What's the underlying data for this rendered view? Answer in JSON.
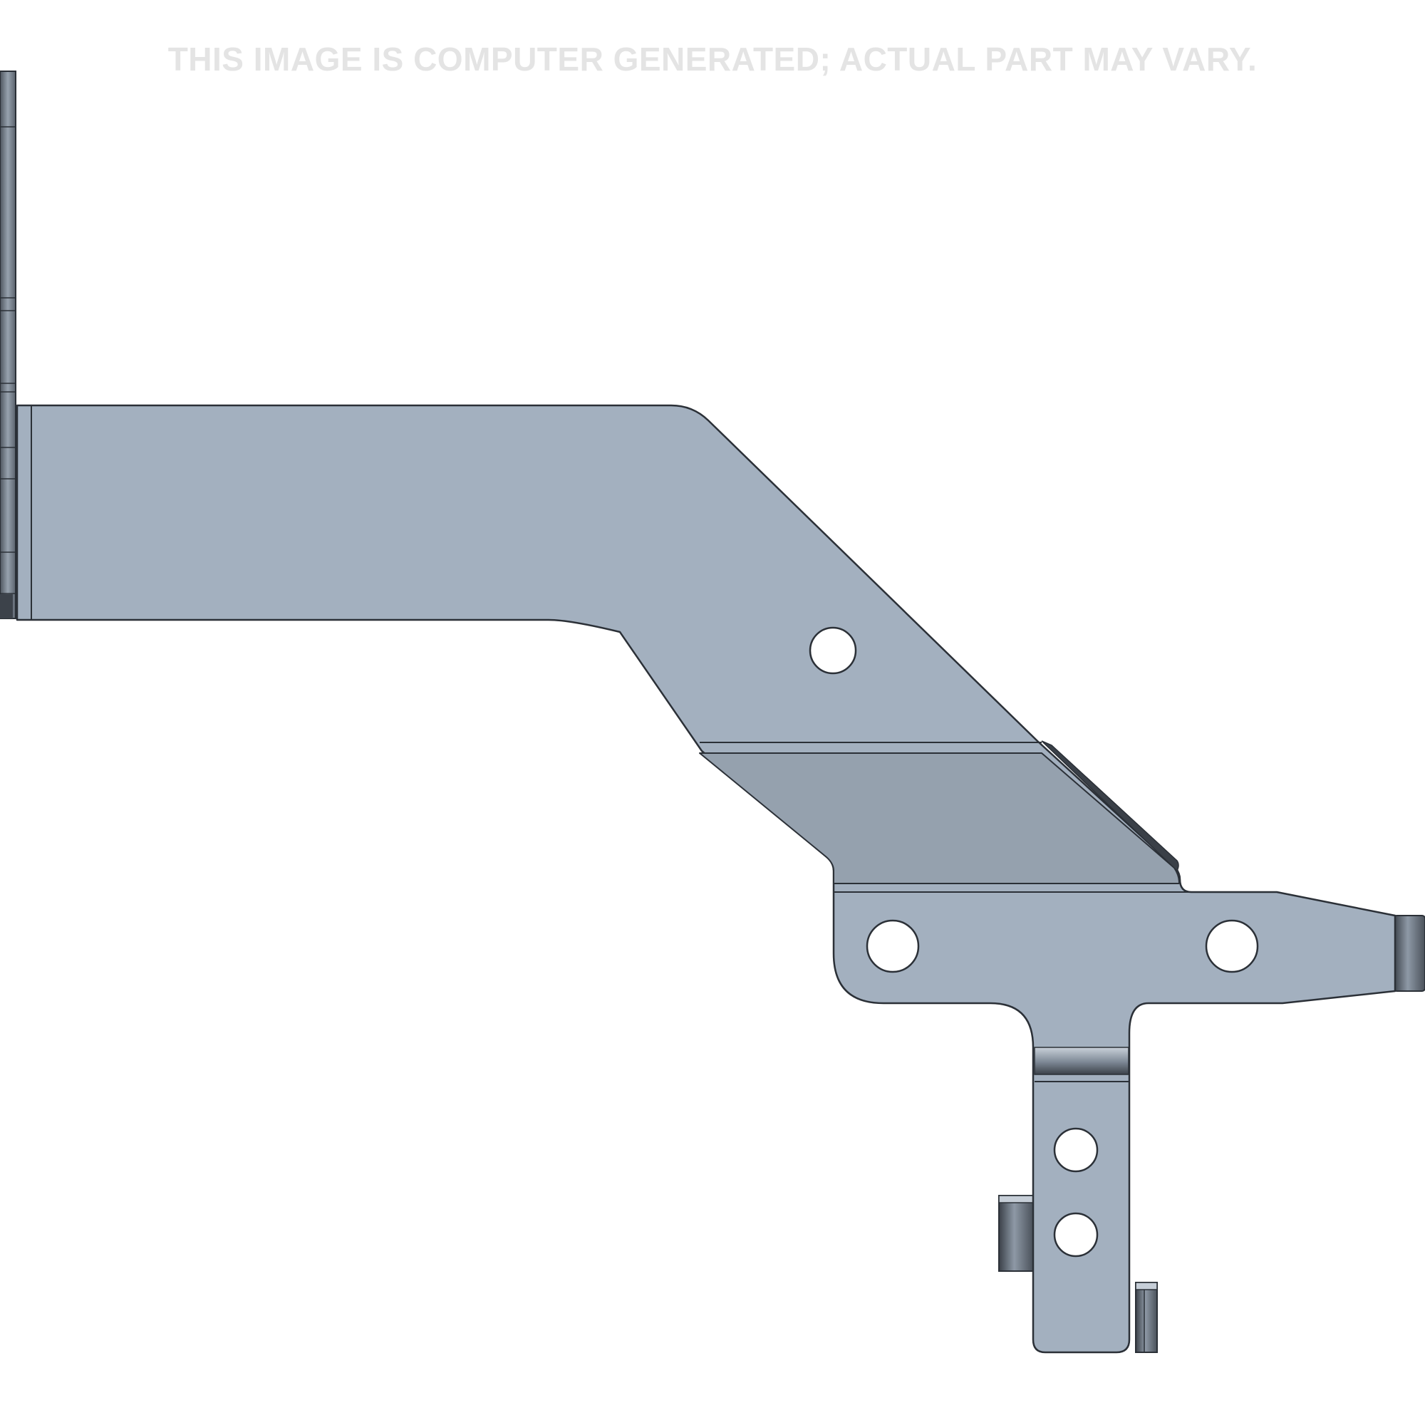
{
  "disclaimer_text": "THIS IMAGE IS COMPUTER GENERATED; ACTUAL PART MAY VARY.",
  "colors": {
    "background": "#ffffff",
    "disclaimer": "#e4e4e4",
    "metal_face": "#a3b0bf",
    "metal_shadow": "#95a1ae",
    "edge_dark": "#2b3037",
    "hole_fill": "#ffffff"
  },
  "part": {
    "name": "steel mounting bracket",
    "hole_count": 5
  }
}
